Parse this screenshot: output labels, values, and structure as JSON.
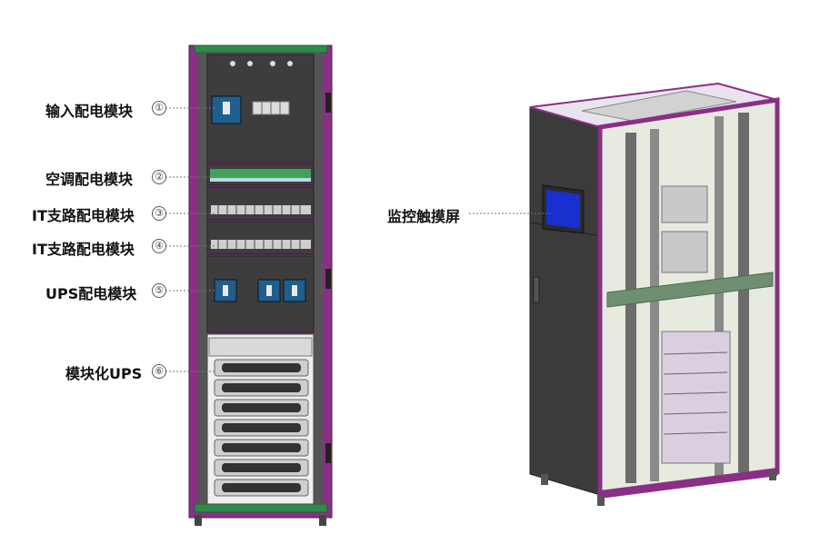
{
  "left_cabinet": {
    "callouts": [
      {
        "label": "输入配电模块",
        "num": "①"
      },
      {
        "label": "空调配电模块",
        "num": "②"
      },
      {
        "label": "IT支路配电模块",
        "num": "③"
      },
      {
        "label": "IT支路配电模块",
        "num": "④"
      },
      {
        "label": "UPS配电模块",
        "num": "⑤"
      },
      {
        "label": "模块化UPS",
        "num": "⑥"
      }
    ]
  },
  "right_cabinet": {
    "callout": {
      "label": "监控触摸屏"
    }
  },
  "colors": {
    "frame_purple": "#8b2f86",
    "top_green": "#2e8b4a",
    "panel_dark": "#3d3d3d",
    "ups_gray": "#e6e6e6",
    "breaker_blue": "#1f5f8f",
    "screen_blue": "#1a2fd0"
  }
}
